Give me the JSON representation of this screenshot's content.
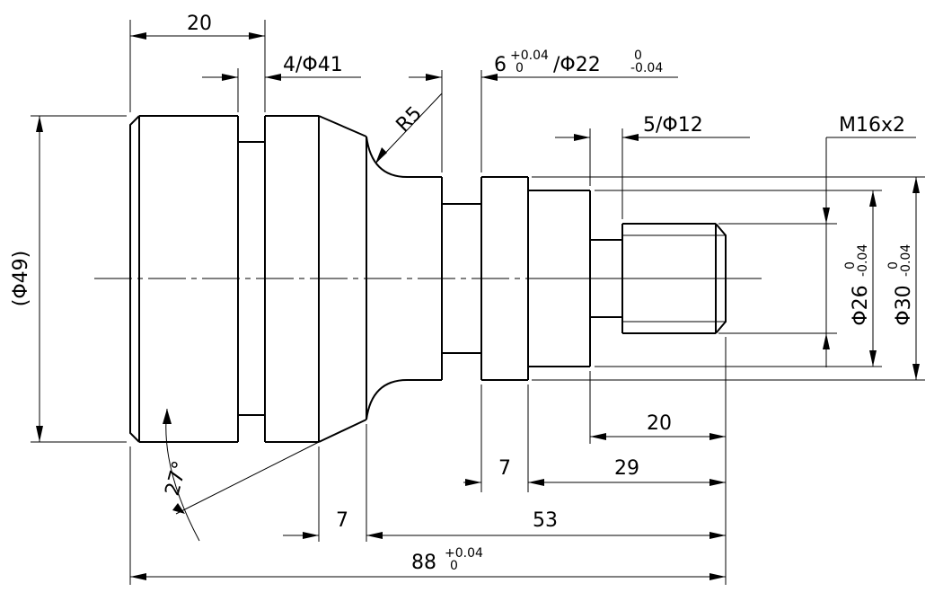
{
  "dims": {
    "top_20": "20",
    "groove_1": "4/Φ41",
    "groove_2_len": "6",
    "groove_2_len_upper": "+0.04",
    "groove_2_len_lower": "0",
    "groove_2_sep": "/Φ22",
    "groove_2_dia_upper": "0",
    "groove_2_dia_lower": "-0.04",
    "groove_3": "5/Φ12",
    "thread": "M16x2",
    "radius": "R5",
    "dia_49": "(Φ49)",
    "dia_26": "Φ26",
    "dia_26_upper": "0",
    "dia_26_lower": "-0.04",
    "dia_30": "Φ30",
    "dia_30_upper": "0",
    "dia_30_lower": "-0.04",
    "angle": "27°",
    "len_20": "20",
    "len_7a": "7",
    "len_29": "29",
    "len_7b": "7",
    "len_53": "53",
    "len_88": "88",
    "len_88_upper": "+0.04",
    "len_88_lower": "0"
  }
}
